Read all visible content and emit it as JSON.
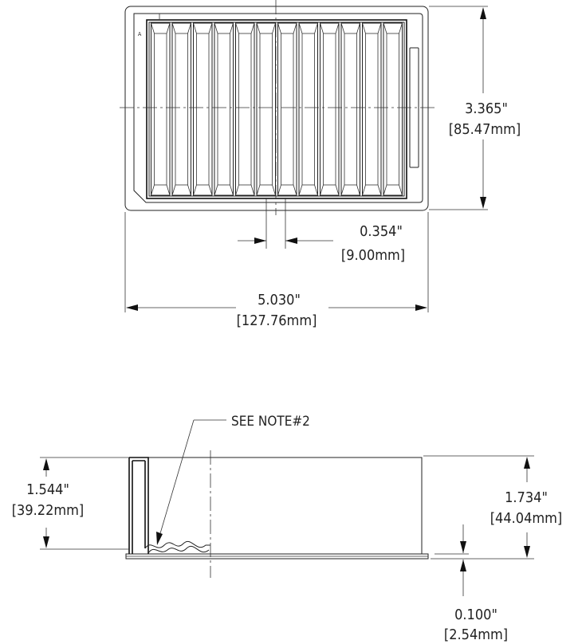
{
  "top_view": {
    "corner_mark": "A",
    "height_dim": {
      "inch": "3.365\"",
      "mm": "[85.47mm]"
    },
    "pitch_dim": {
      "inch": "0.354\"",
      "mm": "[9.00mm]"
    },
    "width_dim": {
      "inch": "5.030\"",
      "mm": "[127.76mm]"
    },
    "channel_count": 12
  },
  "side_view": {
    "note_callout": "SEE NOTE#2",
    "inner_height_dim": {
      "inch": "1.544\"",
      "mm": "[39.22mm]"
    },
    "overall_height_dim": {
      "inch": "1.734\"",
      "mm": "[44.04mm]"
    },
    "flange_dim": {
      "inch": "0.100\"",
      "mm": "[2.54mm]"
    }
  }
}
